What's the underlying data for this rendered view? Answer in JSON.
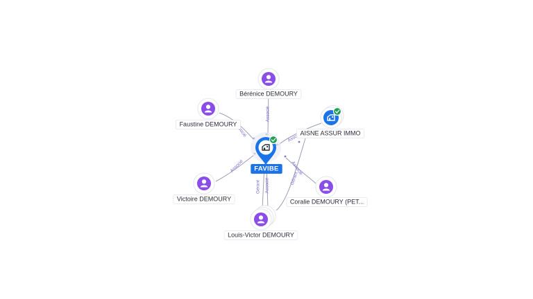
{
  "colors": {
    "person": "#8a4de8",
    "company": "#1a73e8",
    "check": "#1e9e57",
    "edge": "#9aa0b4",
    "edge_label": "#7a6fd0"
  },
  "center": {
    "label": "FAVIBE",
    "icon": "building-icon",
    "verified": true
  },
  "nodes": [
    {
      "id": "berenice",
      "label": "Bérénice DEMOURY",
      "icon": "person-icon"
    },
    {
      "id": "faustine",
      "label": "Faustine DEMOURY",
      "icon": "person-icon"
    },
    {
      "id": "aisne",
      "label": "AISNE ASSUR IMMO",
      "icon": "building-icon",
      "verified": true
    },
    {
      "id": "victoire",
      "label": "Victoire DEMOURY",
      "icon": "person-icon"
    },
    {
      "id": "coralie",
      "label": "Coralie DEMOURY (PET...",
      "icon": "person-icon"
    },
    {
      "id": "louis",
      "label": "Louis-Victor DEMOURY",
      "icon": "person-icon"
    }
  ],
  "edges": [
    {
      "from": "berenice",
      "label": "Associé"
    },
    {
      "from": "faustine",
      "label": "Associé"
    },
    {
      "from": "aisne",
      "label": "Associé"
    },
    {
      "from": "victoire",
      "label": "Associé"
    },
    {
      "from": "coralie",
      "label": "Associé"
    },
    {
      "from": "louis",
      "label": "Gérant"
    },
    {
      "from": "louis",
      "label": "Associé"
    },
    {
      "from": "louis",
      "label": "Gérant"
    }
  ]
}
